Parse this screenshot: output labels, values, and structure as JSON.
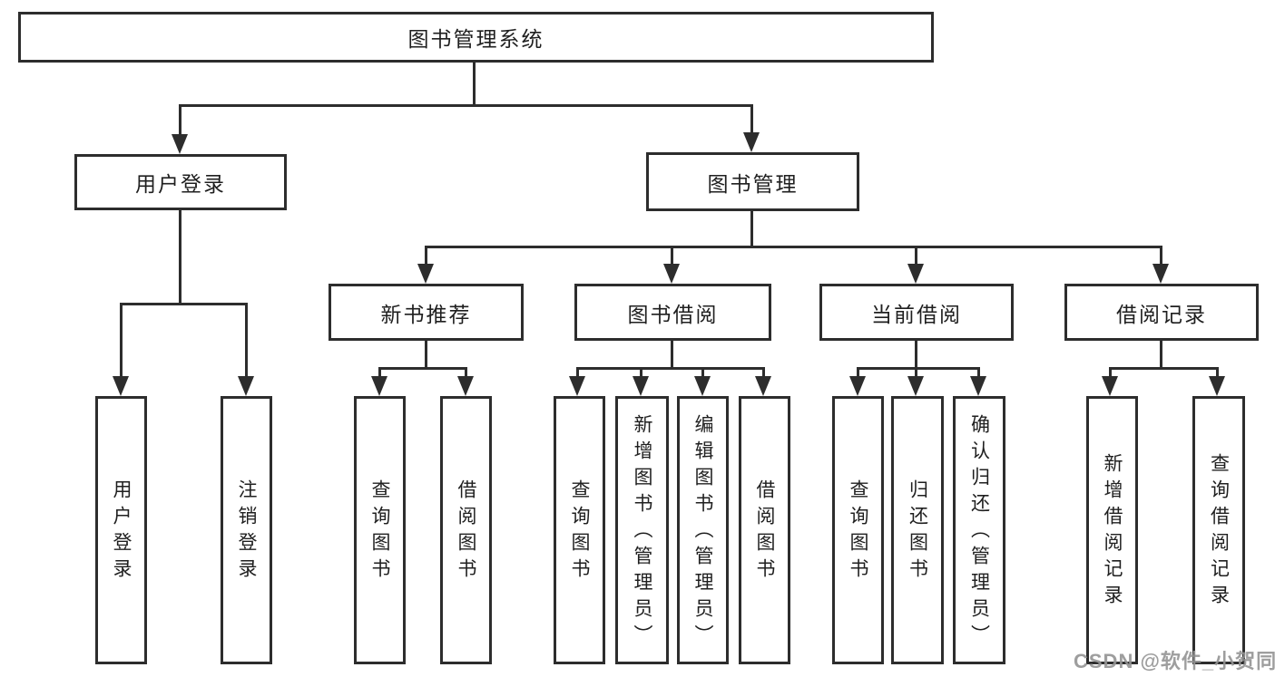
{
  "diagram_title": "图书管理系统",
  "nodes": {
    "root": "图书管理系统",
    "user_login": "用户登录",
    "book_mgmt": "图书管理",
    "new_book_rec": "新书推荐",
    "book_borrow": "图书借阅",
    "current_borrow": "当前借阅",
    "borrow_records": "借阅记录",
    "leaf_user_login": "用户登录",
    "leaf_logout": "注销登录",
    "leaf_nbr_query": "查询图书",
    "leaf_nbr_borrow": "借阅图书",
    "leaf_bb_query": "查询图书",
    "leaf_bb_add": "新增图书（管理员）",
    "leaf_bb_edit": "编辑图书（管理员）",
    "leaf_bb_borrow": "借阅图书",
    "leaf_cb_query": "查询图书",
    "leaf_cb_return": "归还图书",
    "leaf_cb_confirm": "确认归还（管理员）",
    "leaf_br_add": "新增借阅记录",
    "leaf_br_query": "查询借阅记录"
  },
  "hierarchy": {
    "root": "图书管理系统",
    "children": [
      {
        "label": "用户登录",
        "children": [
          "用户登录",
          "注销登录"
        ]
      },
      {
        "label": "图书管理",
        "children": [
          {
            "label": "新书推荐",
            "children": [
              "查询图书",
              "借阅图书"
            ]
          },
          {
            "label": "图书借阅",
            "children": [
              "查询图书",
              "新增图书（管理员）",
              "编辑图书（管理员）",
              "借阅图书"
            ]
          },
          {
            "label": "当前借阅",
            "children": [
              "查询图书",
              "归还图书",
              "确认归还（管理员）"
            ]
          },
          {
            "label": "借阅记录",
            "children": [
              "新增借阅记录",
              "查询借阅记录"
            ]
          }
        ]
      }
    ]
  },
  "watermark": "CSDN @软件_小贺同学",
  "colors": {
    "line": "#2d2d2d",
    "box_fill": "#ffffff",
    "text": "#1f1f1f",
    "watermark": "#949494"
  }
}
